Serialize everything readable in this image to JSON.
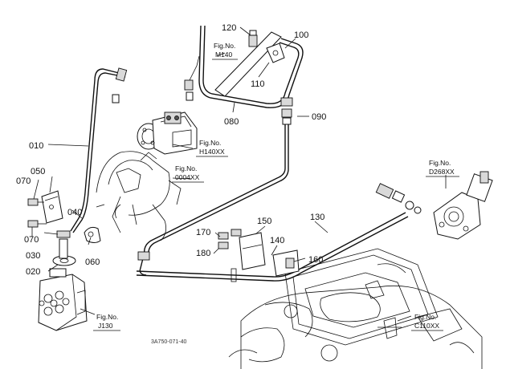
{
  "part_numbers": {
    "p010": "010",
    "p020": "020",
    "p030": "030",
    "p040": "040",
    "p050": "050",
    "p060": "060",
    "p070a": "070",
    "p070b": "070",
    "p080": "080",
    "p090": "090",
    "p100": "100",
    "p110": "110",
    "p120": "120",
    "p130": "130",
    "p140": "140",
    "p150": "150",
    "p160": "160",
    "p170": "170",
    "p180": "180"
  },
  "figure_refs": {
    "m140": {
      "prefix": "Fig.No.",
      "code": "M140"
    },
    "h140xx": {
      "prefix": "Fig.No.",
      "code": "H140XX"
    },
    "o004xx": {
      "prefix": "Fig.No.",
      "code": "0004XX"
    },
    "d268xx": {
      "prefix": "Fig.No.",
      "code": "D268XX"
    },
    "j130": {
      "prefix": "Fig.No.",
      "code": "J130"
    },
    "c110xx": {
      "prefix": "Fig.No.",
      "code": "C110XX"
    }
  },
  "drawing_code": "3A750-071-40"
}
